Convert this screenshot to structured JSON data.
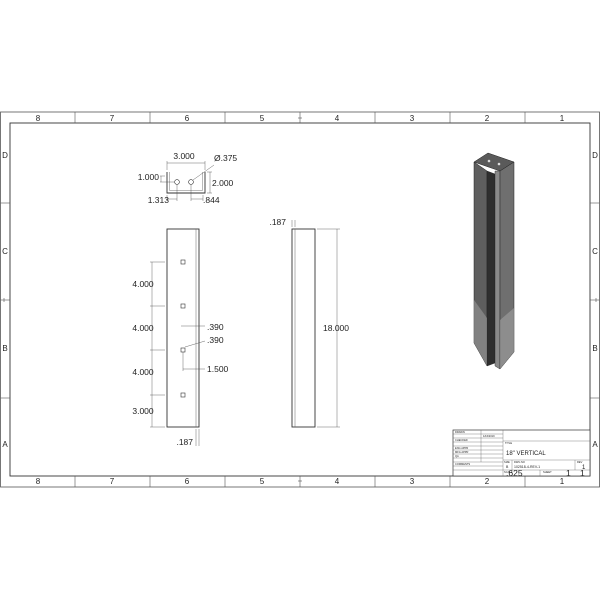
{
  "sheet": {
    "zone_columns": [
      "8",
      "7",
      "6",
      "5",
      "4",
      "3",
      "2",
      "1"
    ],
    "zone_rows": [
      "D",
      "C",
      "B",
      "A"
    ]
  },
  "top_view": {
    "width_dim": "3.000",
    "hole_dia": "Ø.375",
    "depth_dim": "1.000",
    "height_dim": "2.000",
    "offset_dim": "1.313",
    "flange_dim": ".844"
  },
  "front_view": {
    "spacing_1": "4.000",
    "spacing_2": "4.000",
    "spacing_3": "4.000",
    "bottom_dim": "3.000",
    "hole_sq_1": ".390",
    "hole_sq_2": ".390",
    "hole_offset": "1.500",
    "thickness": ".187"
  },
  "side_view": {
    "thickness": ".187",
    "length": "18.000"
  },
  "title_block": {
    "labels": {
      "drawn": "DRAWN",
      "checked": "CHECKED",
      "eng_appr": "ENG APPR",
      "mfg_appr": "MFG APPR",
      "qa": "QA",
      "comments": "COMMENTS",
      "title": "TITLE",
      "size": "SIZE",
      "dwg_no": "DWG NO",
      "rev": "REV",
      "scale": "SCALE",
      "sheet": "SHEET"
    },
    "drawn_by": "",
    "drawn_date": "1/16/2019",
    "title": "18\" VERTICAL",
    "size": "B",
    "dwg_no": "102518-4-REV-1",
    "rev": "1",
    "scale": ".625",
    "sheet": "1",
    "sheet_of": "1"
  },
  "colors": {
    "line": "#333333",
    "iso_dark": "#2e2e2e",
    "iso_mid": "#6a6a6a",
    "iso_light": "#b4b4b4"
  }
}
